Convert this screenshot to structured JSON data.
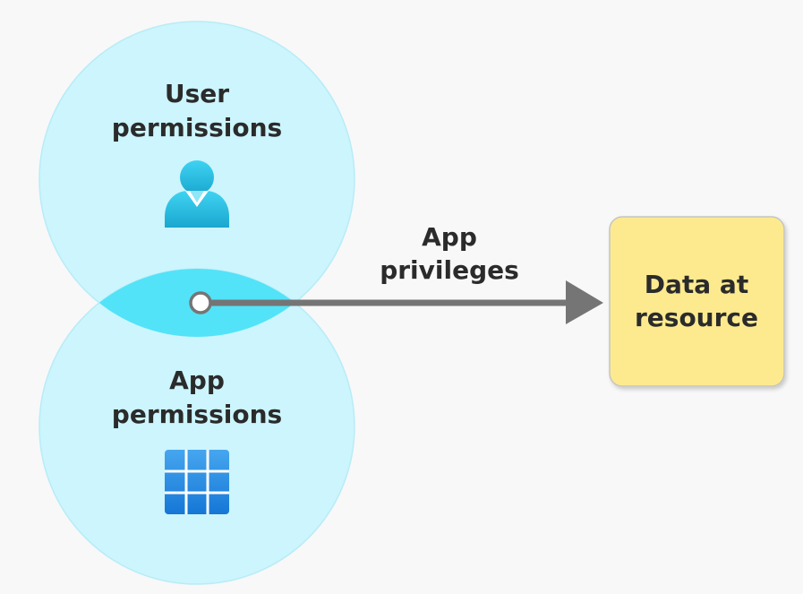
{
  "user_circle": {
    "line1": "User",
    "line2": "permissions",
    "icon": "user-icon"
  },
  "app_circle": {
    "line1": "App",
    "line2": "permissions",
    "icon": "app-grid-icon"
  },
  "arrow": {
    "line1": "App",
    "line2": "privileges"
  },
  "resource_box": {
    "line1": "Data at",
    "line2": "resource"
  },
  "colors": {
    "background": "#f8f8f8",
    "circle_fill": "#ccf5fd",
    "circle_border": "#b8ecf7",
    "overlap_fill": "#52e3f8",
    "arrow": "#757575",
    "resource_fill": "#fdea8f",
    "resource_border": "#c4c4c4",
    "user_icon": "#1fb4d8",
    "app_icon": "#1e88e5",
    "text": "#2b2b2b"
  }
}
